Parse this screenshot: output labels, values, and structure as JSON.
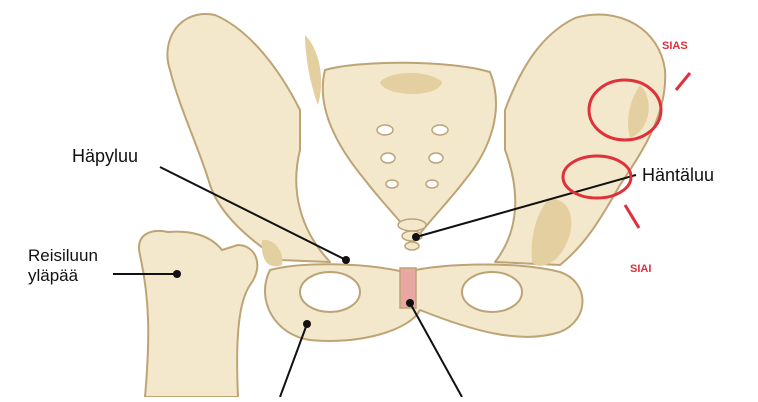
{
  "labels": {
    "pubis": "Häpyluu",
    "coccyx": "Häntäluu",
    "femur_line1": "Reisiluun",
    "femur_line2": "yläpää"
  },
  "markers": {
    "sias": "SIAS",
    "siai": "SIAI"
  },
  "colors": {
    "bone_fill": "#f4e8cc",
    "bone_shade": "#e3cf9f",
    "bone_stroke": "#bda476",
    "cartilage": "#e8a7a0",
    "annotation_red": "#e0303a",
    "leader": "#111111"
  }
}
